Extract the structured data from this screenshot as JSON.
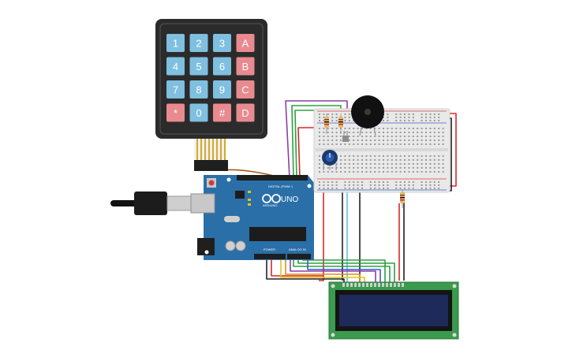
{
  "keypad": {
    "keys": [
      {
        "label": "1",
        "type": "digit"
      },
      {
        "label": "2",
        "type": "digit"
      },
      {
        "label": "3",
        "type": "digit"
      },
      {
        "label": "A",
        "type": "letter"
      },
      {
        "label": "4",
        "type": "digit"
      },
      {
        "label": "5",
        "type": "digit"
      },
      {
        "label": "6",
        "type": "digit"
      },
      {
        "label": "B",
        "type": "letter"
      },
      {
        "label": "7",
        "type": "digit"
      },
      {
        "label": "8",
        "type": "digit"
      },
      {
        "label": "9",
        "type": "digit"
      },
      {
        "label": "C",
        "type": "letter"
      },
      {
        "label": "*",
        "type": "letter"
      },
      {
        "label": "0",
        "type": "digit"
      },
      {
        "label": "#",
        "type": "letter"
      },
      {
        "label": "D",
        "type": "letter"
      }
    ],
    "colors": {
      "digit": "#7fbfe0",
      "letter": "#e88a8f",
      "frame": "#2b2b2b",
      "connector": "#e0b33a"
    }
  },
  "arduino": {
    "model": "UNO",
    "logo_text": "ARDUINO",
    "digital_label": "DIGITAL (PWM~)",
    "power_label": "POWER",
    "analog_label": "ANALOG IN",
    "board_color": "#2a6fa8",
    "header_color": "#1e1e1e"
  },
  "lcd": {
    "pcb_color": "#3a9a4e",
    "screen_color": "#1e2a5a",
    "pin_count": 16
  },
  "breadboard": {
    "body_color": "#e9e9e9",
    "rail_red": "#d84040",
    "rail_blue": "#3a5cc9"
  },
  "wire_colors": {
    "red": "#d42a2a",
    "black": "#222222",
    "green": "#2ea043",
    "purple": "#8a3fa8",
    "orange": "#e08a1e",
    "yellow": "#e6c21a",
    "cyan": "#5bc6e8",
    "brown": "#a55a1e"
  }
}
